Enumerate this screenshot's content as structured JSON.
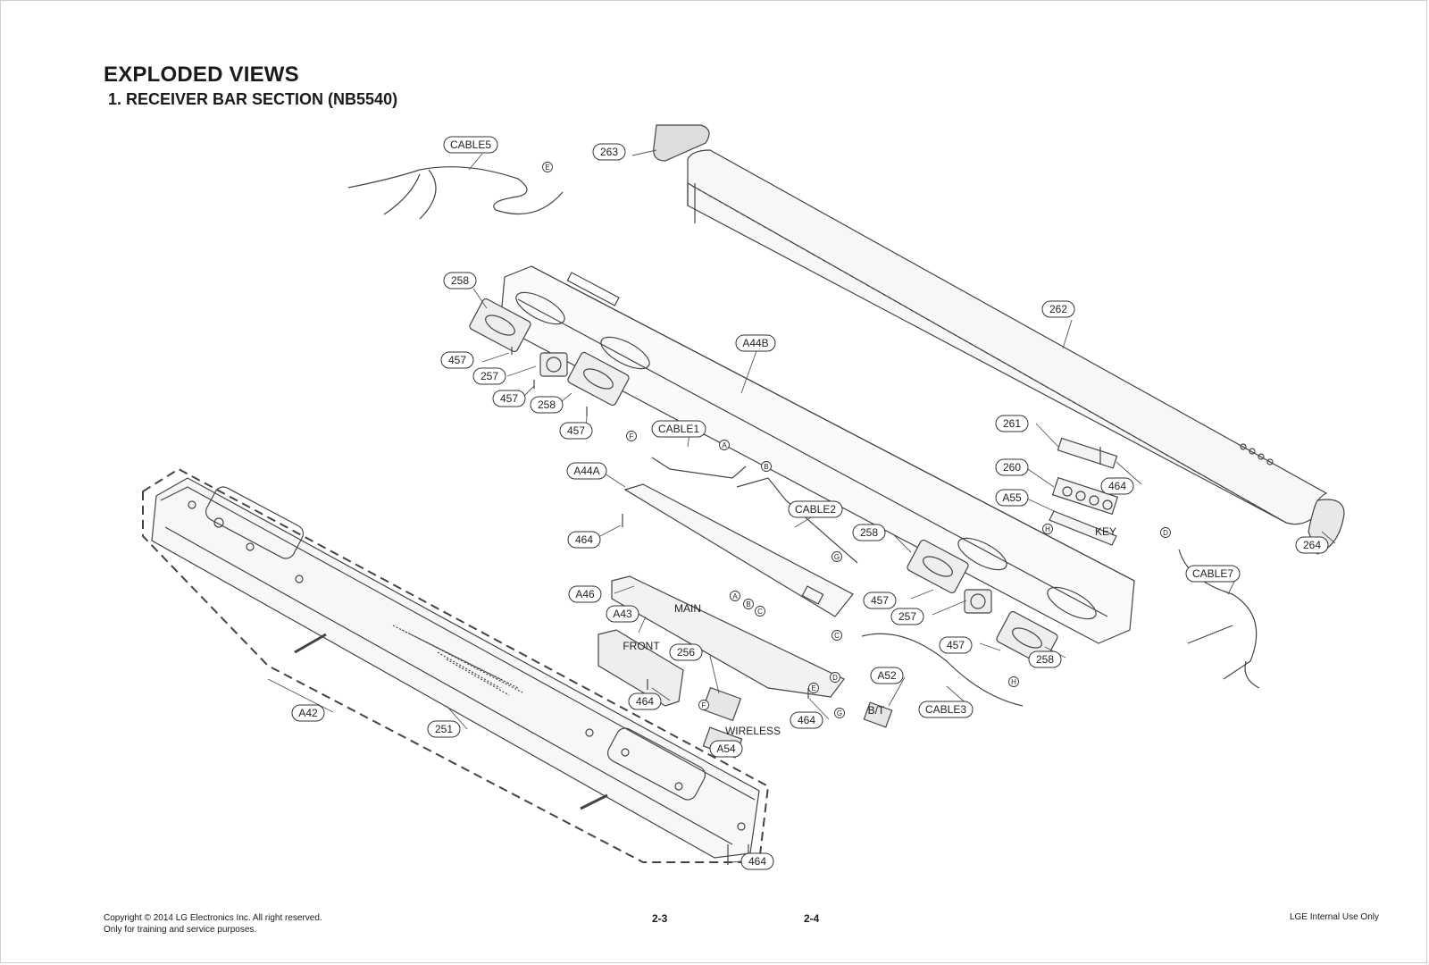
{
  "header": {
    "title": "EXPLODED VIEWS",
    "subtitle": "1. RECEIVER BAR SECTION (NB5540)"
  },
  "diagram": {
    "callouts": [
      "CABLE5",
      "263",
      "262",
      "258",
      "457",
      "257",
      "457",
      "258",
      "457",
      "A44B",
      "CABLE1",
      "A44A",
      "464",
      "CABLE2",
      "261",
      "260",
      "A55",
      "464",
      "264",
      "258",
      "457",
      "257",
      "457",
      "258",
      "CABLE7",
      "A46",
      "A43",
      "256",
      "464",
      "464",
      "A52",
      "CABLE3",
      "A42",
      "251",
      "A54",
      "464"
    ],
    "labels": [
      "MAIN",
      "FRONT",
      "WIRELESS",
      "B/T",
      "KEY"
    ],
    "connectors": [
      "E",
      "F",
      "A",
      "B",
      "G",
      "A",
      "B",
      "C",
      "D",
      "E",
      "F",
      "G",
      "C",
      "H",
      "D",
      "H"
    ]
  },
  "footer": {
    "copyright": "Copyright © 2014 LG Electronics Inc. All right reserved.",
    "training": "Only for training and service purposes.",
    "page_left": "2-3",
    "page_right": "2-4",
    "internal": "LGE Internal Use Only"
  }
}
